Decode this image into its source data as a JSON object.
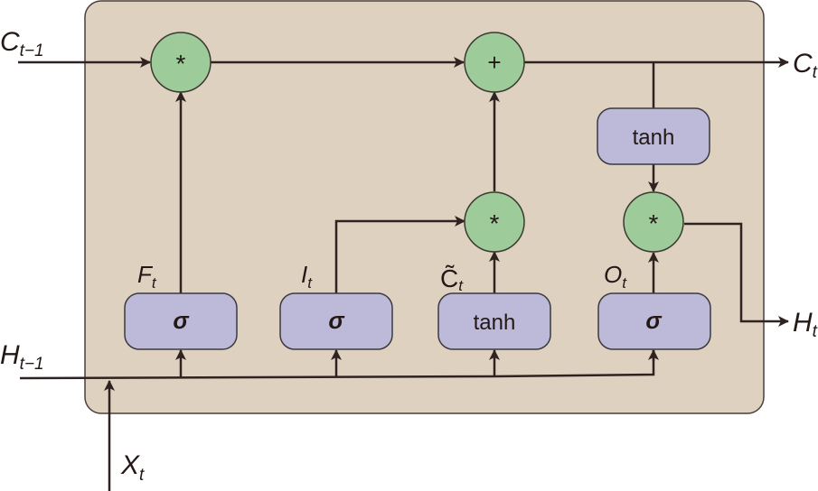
{
  "diagram": {
    "title": "LSTM cell",
    "colors": {
      "panel_fill": "#dfd1c0",
      "panel_stroke": "#4a3f38",
      "line": "#2e2320",
      "op_fill": "#9dcc9a",
      "gate_fill": "#bdb9d8"
    },
    "inputs": {
      "cell_prev": {
        "main": "C",
        "sub": "t−1"
      },
      "hidden_prev": {
        "main": "H",
        "sub": "t−1"
      },
      "input": {
        "main": "X",
        "sub": "t"
      }
    },
    "outputs": {
      "cell": {
        "main": "C",
        "sub": "t"
      },
      "hidden": {
        "main": "H",
        "sub": "t"
      }
    },
    "operations": {
      "forget_mul": "*",
      "cell_add": "+",
      "input_mul": "*",
      "output_mul": "*"
    },
    "gates": {
      "forget": {
        "label": "σ",
        "name_main": "F",
        "name_sub": "t"
      },
      "input": {
        "label": "σ",
        "name_main": "I",
        "name_sub": "t"
      },
      "candidate": {
        "label": "tanh",
        "name_main": "C̃",
        "name_sub": "t"
      },
      "output": {
        "label": "σ",
        "name_main": "O",
        "name_sub": "t"
      }
    },
    "cell_tanh": {
      "label": "tanh"
    }
  }
}
